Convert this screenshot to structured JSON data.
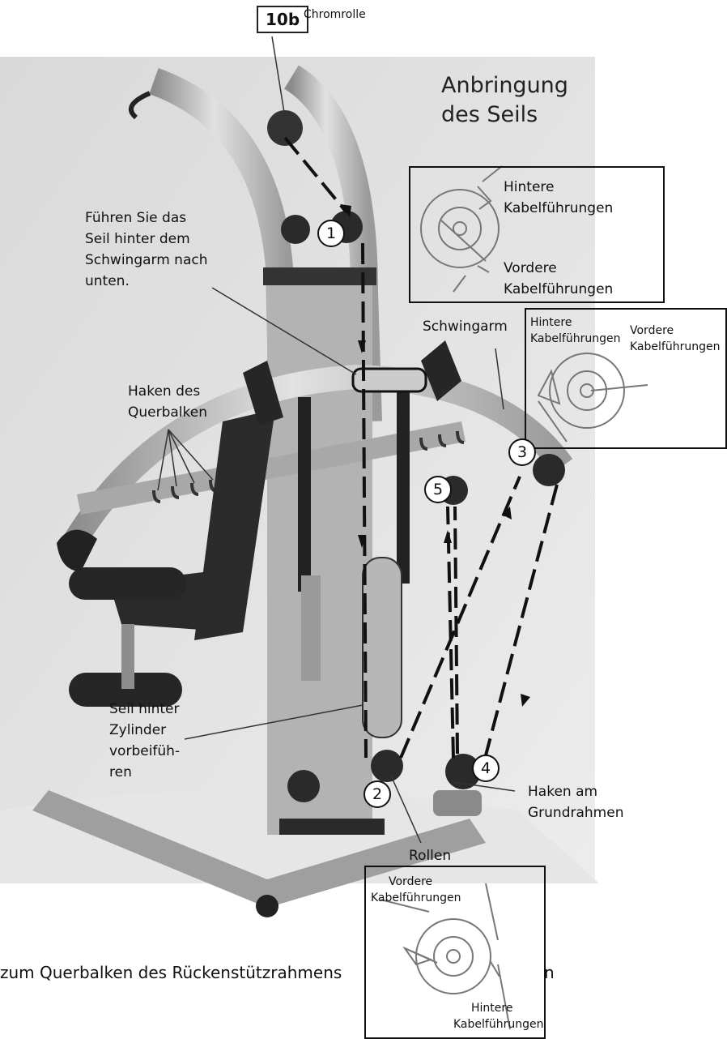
{
  "title": [
    "Anbringung",
    "des Seils"
  ],
  "part_tag": "10b",
  "chrome_label": "Chromrolle",
  "steps": [
    "1",
    "2",
    "3",
    "4",
    "5"
  ],
  "callouts": {
    "guide_rope": [
      "Führen Sie das",
      "Seil hinter dem",
      "Schwingarm nach",
      "unten."
    ],
    "crossbar_hooks": [
      "Haken des",
      "Querbalken"
    ],
    "swing_arm": "Schwingarm",
    "cylinder": [
      "Seil hinter",
      "Zylinder",
      "vorbeifüh-",
      "ren"
    ],
    "rollers": "Rollen",
    "base_hook": [
      "Haken am",
      "Grundrahmen"
    ]
  },
  "inset_top": {
    "rear": [
      "Hintere",
      "Kabelführungen"
    ],
    "front": [
      "Vordere",
      "Kabelführungen"
    ]
  },
  "inset_mid": {
    "rear": [
      "Hintere",
      "Kabelführungen"
    ],
    "front": [
      "Vordere",
      "Kabelführungen"
    ]
  },
  "inset_bottom": {
    "front": [
      "Vordere",
      "Kabelführungen"
    ],
    "rear": [
      "Hintere",
      "Kabelführungen"
    ]
  },
  "caption": "zum Querbalken des Rückenstützrahmens",
  "caption_tail": "n"
}
